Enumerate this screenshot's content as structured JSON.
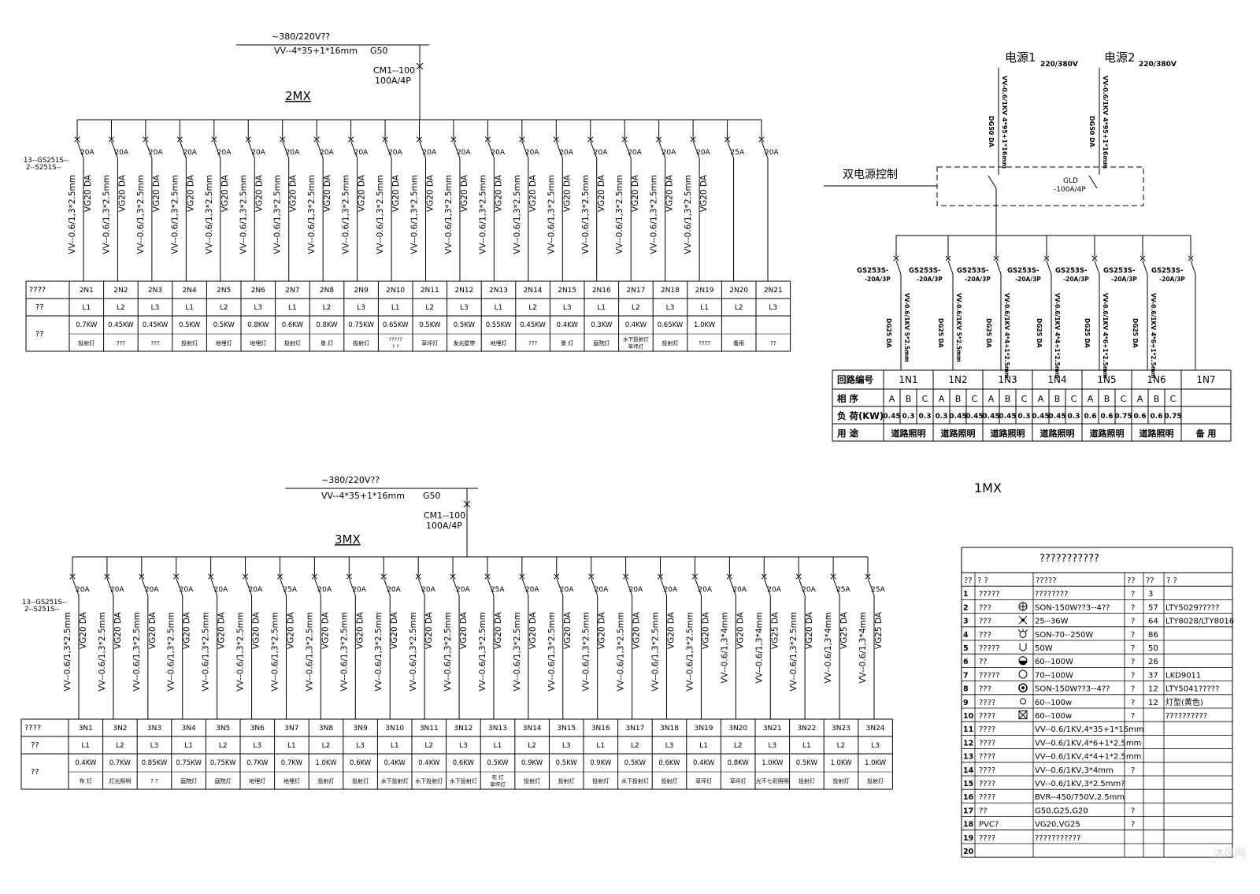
{
  "panel_2mx": {
    "supply": "~380/220V??",
    "cable": "VV--4*35+1*16mm",
    "conduit": "G50",
    "breaker": "CM1--100",
    "breaker_rating": "100A/4P",
    "name": "2MX",
    "branch_note_1": "13--GS251S--",
    "branch_note_2": "2--S251S--",
    "row_labels": [
      "????",
      "??",
      "??"
    ],
    "circuits": [
      {
        "id": "2N1",
        "rating": "20A",
        "cable": "VV--0.6/1,3*2.5mm",
        "conduit": "VG20  DA",
        "phase": "L1",
        "load": "0.7KW",
        "use": "投射灯"
      },
      {
        "id": "2N2",
        "rating": "20A",
        "cable": "VV--0.6/1,3*2.5mm",
        "conduit": "VG20  DA",
        "phase": "L2",
        "load": "0.45KW",
        "use": "???"
      },
      {
        "id": "2N3",
        "rating": "20A",
        "cable": "VV--0.6/1,3*2.5mm",
        "conduit": "VG20  DA",
        "phase": "L3",
        "load": "0.45KW",
        "use": "???"
      },
      {
        "id": "2N4",
        "rating": "20A",
        "cable": "VV--0.6/1,3*2.5mm",
        "conduit": "VG20  DA",
        "phase": "L1",
        "load": "0.5KW",
        "use": "投射灯"
      },
      {
        "id": "2N5",
        "rating": "20A",
        "cable": "VV--0.6/1,3*2.5mm",
        "conduit": "VG20  DA",
        "phase": "L2",
        "load": "0.5KW",
        "use": "地埋灯"
      },
      {
        "id": "2N6",
        "rating": "20A",
        "cable": "VV--0.6/1,3*2.5mm",
        "conduit": "VG20  DA",
        "phase": "L3",
        "load": "0.8KW",
        "use": "地埋灯"
      },
      {
        "id": "2N7",
        "rating": "20A",
        "cable": "VV--0.6/1,3*2.5mm",
        "conduit": "VG20  DA",
        "phase": "L1",
        "load": "0.6KW",
        "use": "投射灯"
      },
      {
        "id": "2N8",
        "rating": "20A",
        "cable": "VV--0.6/1,3*2.5mm",
        "conduit": "VG20  DA",
        "phase": "L2",
        "load": "0.8KW",
        "use": "景 灯"
      },
      {
        "id": "2N9",
        "rating": "20A",
        "cable": "VV--0.6/1,3*2.5mm",
        "conduit": "VG20  DA",
        "phase": "L3",
        "load": "0.75KW",
        "use": "投射灯"
      },
      {
        "id": "2N10",
        "rating": "20A",
        "cable": "VV--0.6/1,3*2.5mm",
        "conduit": "VG20  DA",
        "phase": "L1",
        "load": "0.65KW",
        "use": "?????\n? ?"
      },
      {
        "id": "2N11",
        "rating": "20A",
        "cable": "VV--0.6/1,3*2.5mm",
        "conduit": "VG20  DA",
        "phase": "L2",
        "load": "0.5KW",
        "use": "草坪灯"
      },
      {
        "id": "2N12",
        "rating": "20A",
        "cable": "VV--0.6/1,3*2.5mm",
        "conduit": "VG20  DA",
        "phase": "L3",
        "load": "0.5KW",
        "use": "发光壁带"
      },
      {
        "id": "2N13",
        "rating": "20A",
        "cable": "VV--0.6/1,3*2.5mm",
        "conduit": "VG20  DA",
        "phase": "L1",
        "load": "0.55KW",
        "use": "地埋灯"
      },
      {
        "id": "2N14",
        "rating": "20A",
        "cable": "VV--0.6/1,3*2.5mm",
        "conduit": "VG20  DA",
        "phase": "L2",
        "load": "0.45KW",
        "use": "???"
      },
      {
        "id": "2N15",
        "rating": "20A",
        "cable": "VV--0.6/1,3*2.5mm",
        "conduit": "VG20  DA",
        "phase": "L3",
        "load": "0.4KW",
        "use": "景 灯"
      },
      {
        "id": "2N16",
        "rating": "20A",
        "cable": "VV--0.6/1,3*2.5mm",
        "conduit": "VG20  DA",
        "phase": "L1",
        "load": "0.3KW",
        "use": "庭院灯"
      },
      {
        "id": "2N17",
        "rating": "20A",
        "cable": "VV--0.6/1,3*2.5mm",
        "conduit": "VG20  DA",
        "phase": "L2",
        "load": "0.4KW",
        "use": "水下投射灯\n草坪灯"
      },
      {
        "id": "2N18",
        "rating": "20A",
        "cable": "VV--0.6/1,3*2.5mm",
        "conduit": "VG20  DA",
        "phase": "L3",
        "load": "0.65KW",
        "use": "投射灯"
      },
      {
        "id": "2N19",
        "rating": "20A",
        "cable": "VV--0.6/1,3*2.5mm",
        "conduit": "VG20  DA",
        "phase": "L1",
        "load": "1.0KW",
        "use": "????"
      },
      {
        "id": "2N20",
        "rating": "25A",
        "cable": "",
        "conduit": "",
        "phase": "L2",
        "load": "",
        "use": "备用"
      },
      {
        "id": "2N21",
        "rating": "20A",
        "cable": "",
        "conduit": "",
        "phase": "L3",
        "load": "",
        "use": "??"
      }
    ]
  },
  "panel_3mx": {
    "supply": "~380/220V??",
    "cable": "VV--4*35+1*16mm",
    "conduit": "G50",
    "breaker": "CM1--100",
    "breaker_rating": "100A/4P",
    "name": "3MX",
    "branch_note_1": "13--GS251S--",
    "branch_note_2": "2--S251S--",
    "row_labels": [
      "????",
      "??",
      "??"
    ],
    "circuits": [
      {
        "id": "3N1",
        "rating": "20A",
        "cable": "VV--0.6/1,3*2.5mm",
        "conduit": "VG20  DA",
        "phase": "L1",
        "load": "0.4KW",
        "use": "布 灯"
      },
      {
        "id": "3N2",
        "rating": "20A",
        "cable": "VV--0.6/1,3*2.5mm",
        "conduit": "VG20  DA",
        "phase": "L2",
        "load": "0.7KW",
        "use": "灯光照明"
      },
      {
        "id": "3N3",
        "rating": "20A",
        "cable": "VV--0.6/1,3*2.5mm",
        "conduit": "VG20  DA",
        "phase": "L3",
        "load": "0.85KW",
        "use": "? ?"
      },
      {
        "id": "3N4",
        "rating": "20A",
        "cable": "VV--0.6/1,3*2.5mm",
        "conduit": "VG20  DA",
        "phase": "L1",
        "load": "0.75KW",
        "use": "庭院灯"
      },
      {
        "id": "3N5",
        "rating": "20A",
        "cable": "VV--0.6/1,3*2.5mm",
        "conduit": "VG20  DA",
        "phase": "L2",
        "load": "0.75KW",
        "use": "庭院灯"
      },
      {
        "id": "3N6",
        "rating": "20A",
        "cable": "VV--0.6/1,3*2.5mm",
        "conduit": "VG20  DA",
        "phase": "L3",
        "load": "0.7KW",
        "use": "地埋灯"
      },
      {
        "id": "3N7",
        "rating": "25A",
        "cable": "VV--0.6/1,3*2.5mm",
        "conduit": "VG20  DA",
        "phase": "L1",
        "load": "0.7KW",
        "use": "地埋灯"
      },
      {
        "id": "3N8",
        "rating": "20A",
        "cable": "VV--0.6/1,3*2.5mm",
        "conduit": "VG20  DA",
        "phase": "L2",
        "load": "1.0KW",
        "use": "投射灯"
      },
      {
        "id": "3N9",
        "rating": "20A",
        "cable": "VV--0.6/1,3*2.5mm",
        "conduit": "VG20  DA",
        "phase": "L3",
        "load": "0.6KW",
        "use": "投射灯"
      },
      {
        "id": "3N10",
        "rating": "20A",
        "cable": "VV--0.6/1,3*2.5mm",
        "conduit": "VG20  DA",
        "phase": "L1",
        "load": "0.4KW",
        "use": "水下投射灯"
      },
      {
        "id": "3N11",
        "rating": "20A",
        "cable": "VV--0.6/1,3*2.5mm",
        "conduit": "VG20  DA",
        "phase": "L2",
        "load": "0.4KW",
        "use": "水下投射灯"
      },
      {
        "id": "3N12",
        "rating": "20A",
        "cable": "VV--0.6/1,3*2.5mm",
        "conduit": "VG20  DA",
        "phase": "L3",
        "load": "0.6KW",
        "use": "水下投射灯"
      },
      {
        "id": "3N13",
        "rating": "25A",
        "cable": "VV--0.6/1,3*2.5mm",
        "conduit": "VG20  DA",
        "phase": "L1",
        "load": "0.5KW",
        "use": "布 灯\n草坪灯"
      },
      {
        "id": "3N14",
        "rating": "20A",
        "cable": "VV--0.6/1,3*2.5mm",
        "conduit": "VG20  DA",
        "phase": "L2",
        "load": "0.9KW",
        "use": "投射灯"
      },
      {
        "id": "3N15",
        "rating": "20A",
        "cable": "VV--0.6/1,3*2.5mm",
        "conduit": "VG20  DA",
        "phase": "L3",
        "load": "0.5KW",
        "use": "投射灯"
      },
      {
        "id": "3N16",
        "rating": "20A",
        "cable": "VV--0.6/1,3*2.5mm",
        "conduit": "VG20  DA",
        "phase": "L1",
        "load": "0.9KW",
        "use": "投射灯"
      },
      {
        "id": "3N17",
        "rating": "20A",
        "cable": "VV--0.6/1,3*2.5mm",
        "conduit": "VG20  DA",
        "phase": "L2",
        "load": "0.5KW",
        "use": "水下投射灯"
      },
      {
        "id": "3N18",
        "rating": "20A",
        "cable": "VV--0.6/1,3*2.5mm",
        "conduit": "VG20  DA",
        "phase": "L3",
        "load": "0.6KW",
        "use": "投射灯"
      },
      {
        "id": "3N19",
        "rating": "20A",
        "cable": "VV--0.6/1,3*2.5mm",
        "conduit": "VG20  DA",
        "phase": "L1",
        "load": "0.4KW",
        "use": "草坪灯"
      },
      {
        "id": "3N20",
        "rating": "20A",
        "cable": "VV--0.6/1,3*4mm",
        "conduit": "VG20  DA",
        "phase": "L2",
        "load": "0.8KW",
        "use": "草坪灯"
      },
      {
        "id": "3N21",
        "rating": "20A",
        "cable": "VV--0.6/1,3*4mm",
        "conduit": "VG25  DA",
        "phase": "L3",
        "load": "1.0KW",
        "use": "光不七彩照明"
      },
      {
        "id": "3N22",
        "rating": "20A",
        "cable": "VV--0.6/1,3*2.5mm",
        "conduit": "VG20  DA",
        "phase": "L1",
        "load": "0.5KW",
        "use": "投射灯"
      },
      {
        "id": "3N23",
        "rating": "25A",
        "cable": "VV--0.6/1,3*4mm",
        "conduit": "VG25  DA",
        "phase": "L2",
        "load": "1.0KW",
        "use": "投射灯"
      },
      {
        "id": "3N24",
        "rating": "25A",
        "cable": "VV--0.6/1,3*4mm",
        "conduit": "VG25  DA",
        "phase": "L3",
        "load": "1.0KW",
        "use": "投射灯"
      }
    ]
  },
  "panel_1mx": {
    "source1": "电源1",
    "source1_voltage": "220/380V",
    "source2": "电源2",
    "source2_voltage": "220/380V",
    "incoming_cable": "VV-0.6/1KV 4*95+1*16mm",
    "incoming_conduit": "DG50  DA",
    "dual_power_label": "双电源控制",
    "ats_name": "GLD",
    "ats_rating": "-100A/4P",
    "name": "1MX",
    "branches": [
      {
        "breaker": "GS253S-",
        "rating": "-20A/3P",
        "cable": "VV-0.6/1KV 5*2.5mm",
        "conduit": "DG25  DA"
      },
      {
        "breaker": "GS253S-",
        "rating": "-20A/3P",
        "cable": "VV-0.6/1KV 5*2.5mm",
        "conduit": "DG25  DA"
      },
      {
        "breaker": "GS253S-",
        "rating": "-20A/3P",
        "cable": "VV-0.6/1KV 4*4+1*2.5mm",
        "conduit": "DG25  DA"
      },
      {
        "breaker": "GS253S-",
        "rating": "-20A/3P",
        "cable": "VV-0.6/1KV 4*4+1*2.5mm",
        "conduit": "DG25  DA"
      },
      {
        "breaker": "GS253S-",
        "rating": "-20A/3P",
        "cable": "VV-0.6/1KV 4*6+1*2.5mm",
        "conduit": "DG25  DA"
      },
      {
        "breaker": "GS253S-",
        "rating": "-20A/3P",
        "cable": "VV-0.6/1KV 4*6+1*2.5mm",
        "conduit": "DG25  DA"
      },
      {
        "breaker": "GS253S-",
        "rating": "-20A/3P",
        "cable": "",
        "conduit": ""
      }
    ],
    "table_labels": [
      "回路编号",
      "相 序",
      "负 荷(KW)",
      "用 途"
    ],
    "circuits": [
      {
        "id": "1N1",
        "phases": [
          "A",
          "B",
          "C"
        ],
        "loads": [
          "0.45",
          "0.3",
          "0.3"
        ],
        "use": "道路照明"
      },
      {
        "id": "1N2",
        "phases": [
          "A",
          "B",
          "C"
        ],
        "loads": [
          "0.3",
          "0.45",
          "0.45"
        ],
        "use": "道路照明"
      },
      {
        "id": "1N3",
        "phases": [
          "A",
          "B",
          "C"
        ],
        "loads": [
          "0.45",
          "0.45",
          "0.3"
        ],
        "use": "道路照明"
      },
      {
        "id": "1N4",
        "phases": [
          "A",
          "B",
          "C"
        ],
        "loads": [
          "0.45",
          "0.45",
          "0.3"
        ],
        "use": "道路照明"
      },
      {
        "id": "1N5",
        "phases": [
          "A",
          "B",
          "C"
        ],
        "loads": [
          "0.6",
          "0.6",
          "0.75"
        ],
        "use": "道路照明"
      },
      {
        "id": "1N6",
        "phases": [
          "A",
          "B",
          "C"
        ],
        "loads": [
          "0.6",
          "0.6",
          "0.75"
        ],
        "use": "道路照明"
      },
      {
        "id": "1N7",
        "phases": [],
        "loads": [],
        "use": "备 用"
      }
    ]
  },
  "legend": {
    "title": "???????????",
    "headers": [
      "??",
      "?      ?",
      "?????",
      "??",
      "??",
      "?      ?"
    ],
    "rows": [
      {
        "no": "1",
        "name": "?????",
        "symbol": "",
        "spec": "????????",
        "unit": "?",
        "qty": "3",
        "note": ""
      },
      {
        "no": "2",
        "name": "???",
        "symbol": "circle-plus",
        "spec": "SON-150W??3--4??",
        "unit": "?",
        "qty": "57",
        "note": "LTY5029?????"
      },
      {
        "no": "3",
        "name": "???",
        "symbol": "circle-x",
        "spec": "25--36W",
        "unit": "?",
        "qty": "64",
        "note": "LTY8028/LTY8016"
      },
      {
        "no": "4",
        "name": "???",
        "symbol": "spot",
        "spec": "SON-70--250W",
        "unit": "?",
        "qty": "86",
        "note": ""
      },
      {
        "no": "5",
        "name": "?????",
        "symbol": "cup",
        "spec": "50W",
        "unit": "?",
        "qty": "50",
        "note": ""
      },
      {
        "no": "6",
        "name": "??",
        "symbol": "half-circle",
        "spec": "60--100W",
        "unit": "?",
        "qty": "26",
        "note": ""
      },
      {
        "no": "7",
        "name": "?????",
        "symbol": "circle",
        "spec": "70--100W",
        "unit": "?",
        "qty": "37",
        "note": "LKD9011"
      },
      {
        "no": "8",
        "name": "???",
        "symbol": "circle-dot",
        "spec": "SON-150W??3--4??",
        "unit": "?",
        "qty": "12",
        "note": "LTY5041?????"
      },
      {
        "no": "9",
        "name": "????",
        "symbol": "small-circle",
        "spec": "60--100w",
        "unit": "?",
        "qty": "12",
        "note": "灯型(黄色)"
      },
      {
        "no": "10",
        "name": "????",
        "symbol": "box-x",
        "spec": "60--100w",
        "unit": "?",
        "qty": "",
        "note": "??????????"
      },
      {
        "no": "11",
        "name": "????",
        "symbol": "",
        "spec": "VV--0.6/1KV,4*35+1*16mm",
        "unit": "",
        "qty": "",
        "note": ""
      },
      {
        "no": "12",
        "name": "????",
        "symbol": "",
        "spec": "VV--0.6/1KV,4*6+1*2.5mm",
        "unit": "",
        "qty": "",
        "note": ""
      },
      {
        "no": "13",
        "name": "????",
        "symbol": "",
        "spec": "VV--0.6/1KV,4*4+1*2.5mm",
        "unit": "",
        "qty": "",
        "note": ""
      },
      {
        "no": "14",
        "name": "????",
        "symbol": "",
        "spec": "VV--0.6/1KV,3*4mm",
        "unit": "?",
        "qty": "",
        "note": ""
      },
      {
        "no": "15",
        "name": "????",
        "symbol": "",
        "spec": "VV--0.6/1KV,3*2.5mm?",
        "unit": "",
        "qty": "",
        "note": ""
      },
      {
        "no": "16",
        "name": "????",
        "symbol": "",
        "spec": "BVR--450/750V,2.5mm",
        "unit": "",
        "qty": "",
        "note": ""
      },
      {
        "no": "17",
        "name": "??",
        "symbol": "",
        "spec": "G50,G25,G20",
        "unit": "?",
        "qty": "",
        "note": ""
      },
      {
        "no": "18",
        "name": "PVC?",
        "symbol": "",
        "spec": "VG20,VG25",
        "unit": "?",
        "qty": "",
        "note": ""
      },
      {
        "no": "19",
        "name": "????",
        "symbol": "",
        "spec": "???????????",
        "unit": "",
        "qty": "",
        "note": ""
      },
      {
        "no": "20",
        "name": "",
        "symbol": "",
        "spec": "",
        "unit": "",
        "qty": "",
        "note": ""
      }
    ]
  },
  "watermark": "沐风网"
}
